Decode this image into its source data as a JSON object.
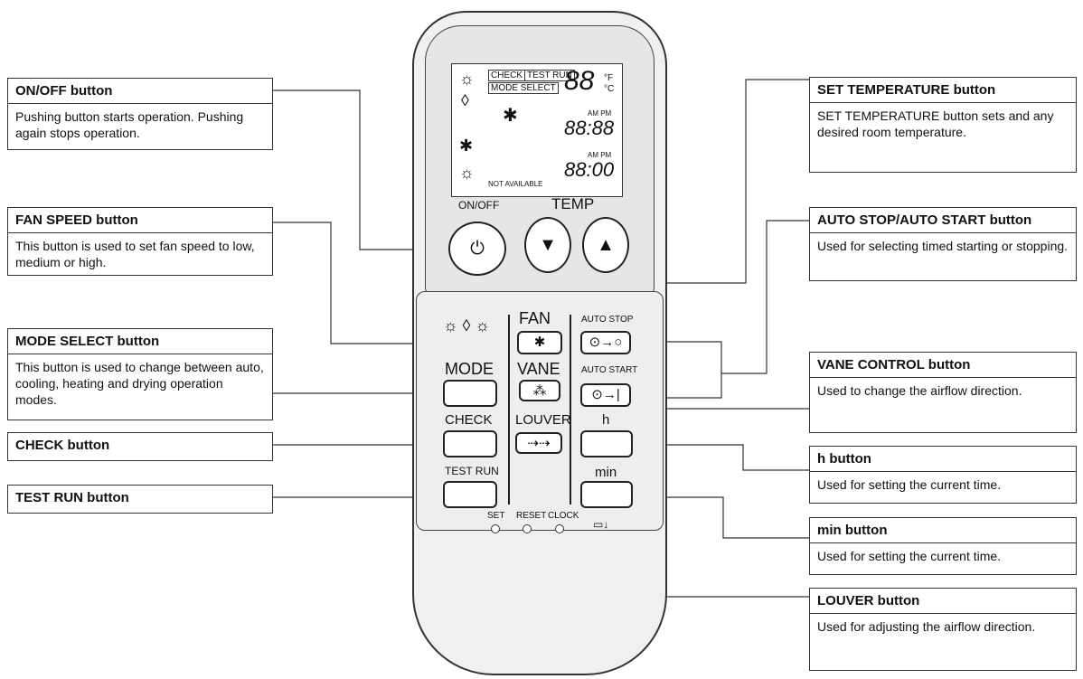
{
  "callouts": {
    "onoff": {
      "title": "ON/OFF button",
      "desc": "Pushing button starts operation. Pushing again stops operation."
    },
    "fan_speed": {
      "title": "FAN SPEED button",
      "desc": "This button is used to set fan speed to low, medium or high."
    },
    "mode_select": {
      "title": "MODE SELECT button",
      "desc": "This button is used to change between auto, cooling, heating and drying operation modes."
    },
    "check": {
      "title": "CHECK button"
    },
    "test_run": {
      "title": "TEST RUN button"
    },
    "set_temp": {
      "title": "SET TEMPERATURE button",
      "desc": "SET TEMPERATURE button sets and any desired room temperature."
    },
    "auto_stop_start": {
      "title": "AUTO STOP/AUTO START button",
      "desc": "Used for selecting timed starting or stopping."
    },
    "vane": {
      "title": "VANE CONTROL button",
      "desc": "Used to change the airflow direction."
    },
    "h": {
      "title": "h button",
      "desc": "Used for setting the current time."
    },
    "min": {
      "title": "min button",
      "desc": "Used for setting the current time."
    },
    "louver": {
      "title": "LOUVER button",
      "desc": "Used for adjusting the airflow direction."
    }
  },
  "remote": {
    "lcd": {
      "check": "CHECK",
      "test_run": "TEST RUN",
      "mode_select": "MODE SELECT",
      "temp_digits": "88",
      "unit_f": "°F",
      "unit_c": "°C",
      "time1": "88:88",
      "time2": "88:00",
      "ampm1": "AM PM",
      "ampm2": "AM PM",
      "not_available": "NOT AVAILABLE"
    },
    "labels": {
      "onoff": "ON/OFF",
      "temp": "TEMP",
      "fan": "FAN",
      "auto_stop": "AUTO STOP",
      "mode": "MODE",
      "vane": "VANE",
      "auto_start": "AUTO START",
      "check": "CHECK",
      "louver": "LOUVER",
      "h": "h",
      "test_run": "TEST RUN",
      "min": "min",
      "set": "SET",
      "reset": "RESET",
      "clock": "CLOCK"
    },
    "icons": {
      "onoff_symbol": "⏻",
      "down_arrow": "▼",
      "up_arrow": "▲",
      "fan": "✱",
      "sun": "☼",
      "drop": "◊"
    }
  }
}
